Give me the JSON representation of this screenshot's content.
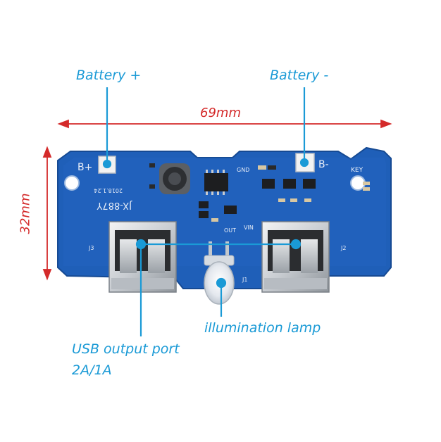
{
  "labels": {
    "battery_plus": "Battery +",
    "battery_minus": "Battery -",
    "width": "69mm",
    "height": "32mm",
    "lamp": "illumination lamp",
    "usb_line1": "USB output port",
    "usb_line2": "2A/1A"
  },
  "board": {
    "model": "JX-887Y",
    "date": "2018.1.24",
    "silk": {
      "b_plus": "B+",
      "b_minus": "B-",
      "key": "KEY",
      "gnd": "GND",
      "vin": "VIN",
      "out": "OUT",
      "j1": "J1",
      "j2": "J2",
      "j3": "J3"
    }
  },
  "colors": {
    "callout": "#1a9ad6",
    "dimension": "#d42a2a",
    "pcb": "#1f5fb8",
    "pcb_dark": "#1a4f9c",
    "silk": "#e8eef8",
    "pad": "#d9dde2"
  }
}
